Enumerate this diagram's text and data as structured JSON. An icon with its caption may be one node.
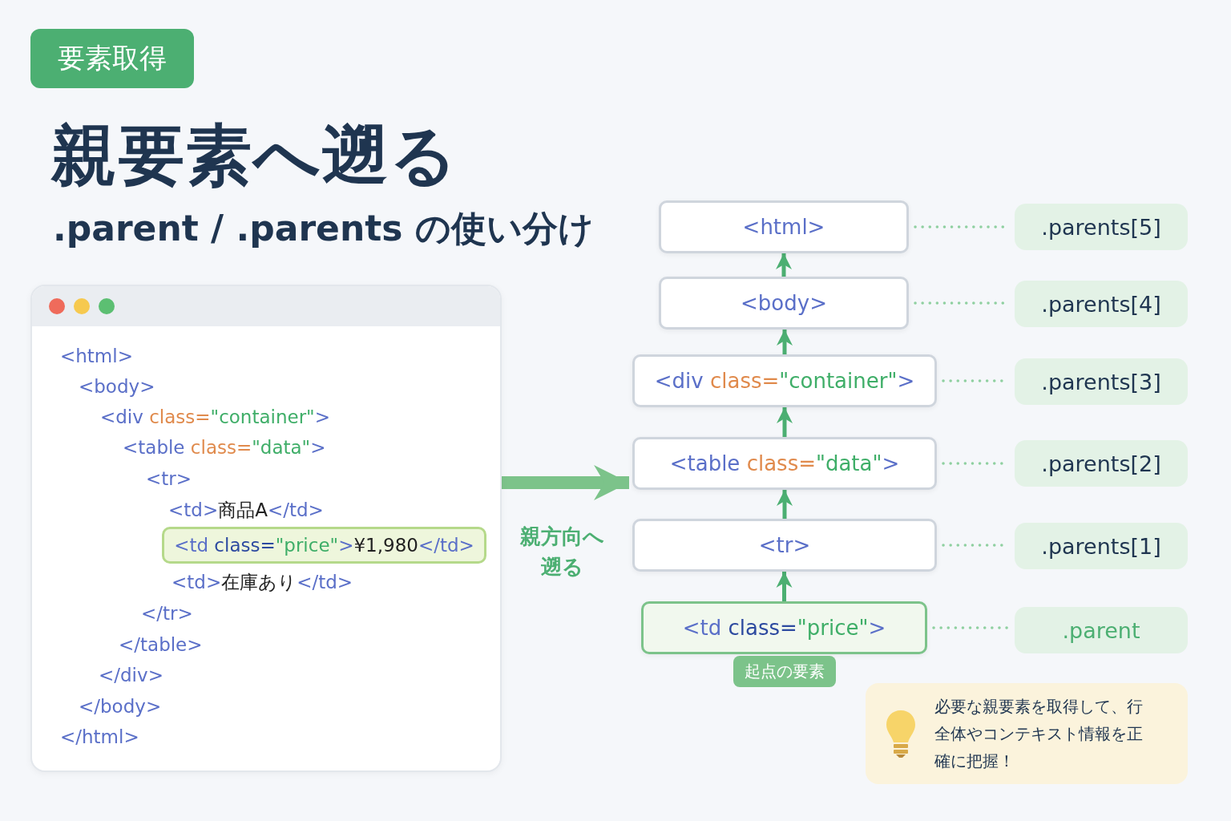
{
  "diagram": {
    "title": "親要素へ遡る",
    "nodes": [
      {
        "text": [
          "<html>"
        ]
      },
      {
        "text": [
          "<body>"
        ]
      },
      {
        "text": [
          "<div class=\"container\">"
        ]
      },
      {
        "text": [
          "<table class=\"data\">"
        ]
      },
      {
        "text": [
          "<tr>"
        ]
      },
      {
        "text": [
          "<td class=\"price\">"
        ],
        "beside": [
          "起点の要素"
        ]
      },
      {
        "text": [
          ".parents[5]"
        ]
      },
      {
        "text": [
          ".parents[4]"
        ]
      },
      {
        "text": [
          ".parents[3]"
        ]
      },
      {
        "text": [
          ".parents[2]"
        ]
      },
      {
        "text": [
          ".parents[1]"
        ]
      },
      {
        "text": [
          ".parent"
        ]
      },
      {
        "text": [],
        "shape": "box"
      },
      {
        "text": [
          "<td class=\"price\">¥1,980</td>"
        ],
        "in": 12
      }
    ],
    "edges": [
      {
        "from": 5,
        "to": 4,
        "arrow": "to"
      },
      {
        "from": 4,
        "to": 3,
        "arrow": "to"
      },
      {
        "from": 3,
        "to": 2,
        "arrow": "to"
      },
      {
        "from": 2,
        "to": 1,
        "arrow": "to"
      },
      {
        "from": 1,
        "to": 0,
        "arrow": "to"
      },
      {
        "from": 0,
        "to": 6,
        "arrow": "none",
        "style": "dashed"
      },
      {
        "from": 1,
        "to": 7,
        "arrow": "none",
        "style": "dashed"
      },
      {
        "from": 2,
        "to": 8,
        "arrow": "none",
        "style": "dashed"
      },
      {
        "from": 3,
        "to": 9,
        "arrow": "none",
        "style": "dashed"
      },
      {
        "from": 4,
        "to": 10,
        "arrow": "none",
        "style": "dashed"
      },
      {
        "from": 5,
        "to": 11,
        "arrow": "none",
        "style": "dashed"
      },
      {
        "from": 12,
        "to": 3,
        "arrow": "to",
        "style": "thick",
        "label": "親方向へ遡る"
      }
    ],
    "labels": [
      "要素取得",
      ".parent / .parents の使い分け",
      "<html>",
      "<body>",
      "<div class=\"container\">",
      "<table class=\"data\">",
      "<tr>",
      "<td>商品A</td>",
      "<td>在庫あり</td>",
      "</tr>",
      "</table>",
      "</div>",
      "</body>",
      "</html>",
      "必要な親要素を取得して、行全体やコンテキスト情報を正確に把握！"
    ]
  }
}
